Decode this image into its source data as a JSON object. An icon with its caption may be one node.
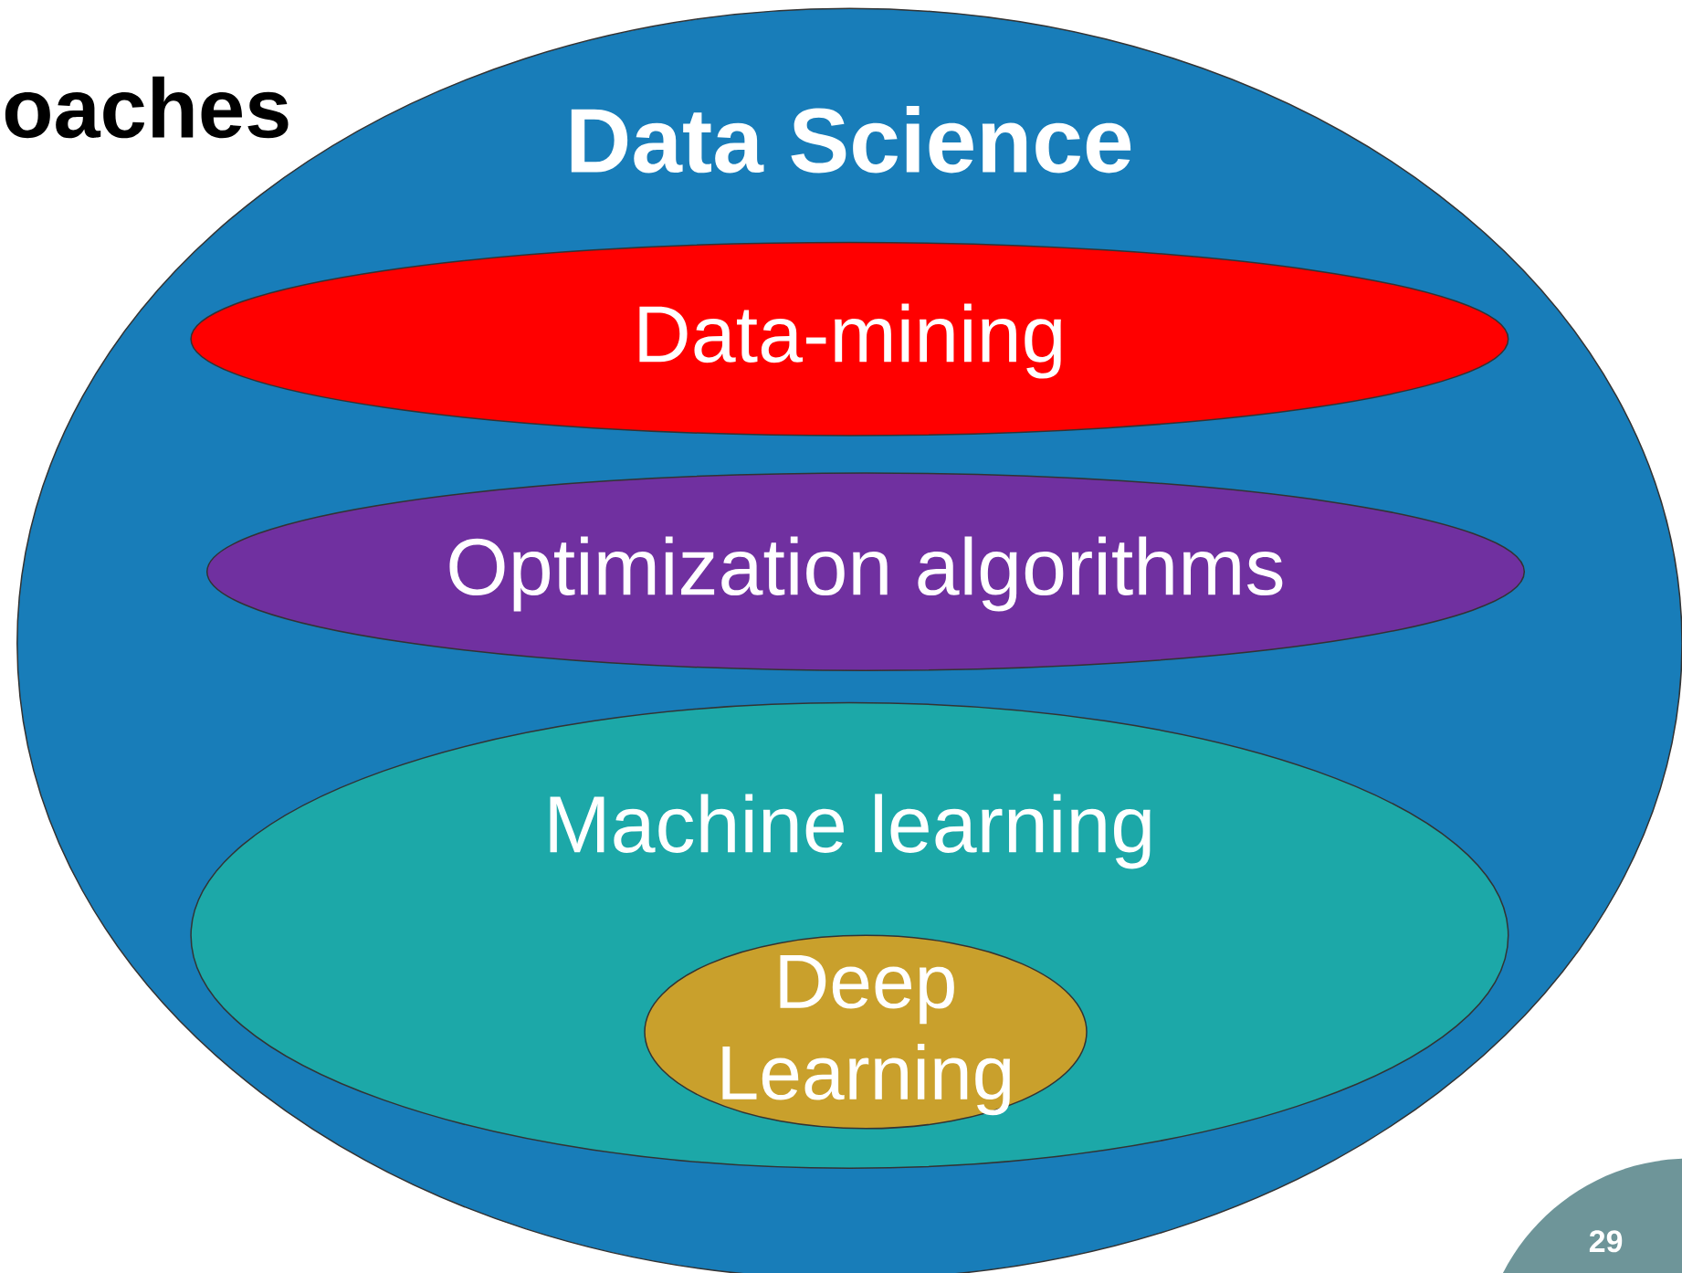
{
  "diagram": {
    "nodes": [
      {
        "text": [
          "Data Science"
        ]
      },
      {
        "text": [
          "Data-mining"
        ],
        "in": 0
      },
      {
        "text": [
          "Optimization algorithms"
        ],
        "in": 0
      },
      {
        "text": [
          "Machine learning"
        ],
        "in": 0
      },
      {
        "text": [
          "Deep Learning"
        ],
        "in": 3
      }
    ],
    "labels": [
      "oaches",
      "29"
    ]
  }
}
